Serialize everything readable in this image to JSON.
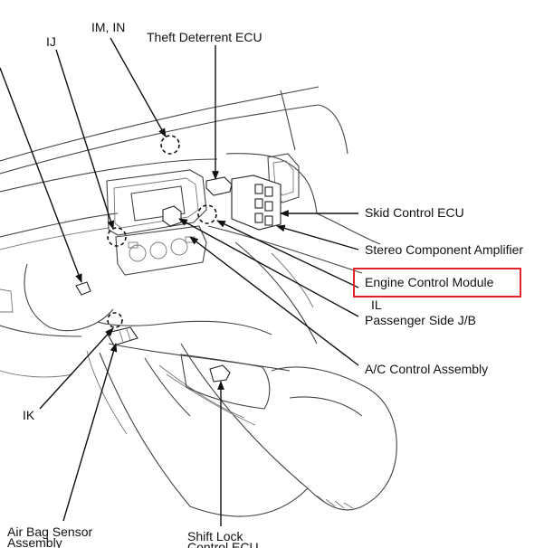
{
  "labels": {
    "im_in": "IM, IN",
    "ij": "IJ",
    "theft_deterrent_ecu": "Theft Deterrent ECU",
    "skid_control_ecu": "Skid Control ECU",
    "stereo_component_amplifier": "Stereo Component Amplifier",
    "engine_control_module": "Engine Control Module",
    "il": "IL",
    "passenger_side_jb": "Passenger Side J/B",
    "ac_control_assembly": "A/C Control Assembly",
    "ik": "IK",
    "air_bag_sensor_line1": "Air Bag Sensor",
    "air_bag_sensor_line2": "Assembly",
    "shift_lock_line1": "Shift Lock",
    "shift_lock_line2": "Control ECU"
  },
  "highlight_color": "#e0242b"
}
